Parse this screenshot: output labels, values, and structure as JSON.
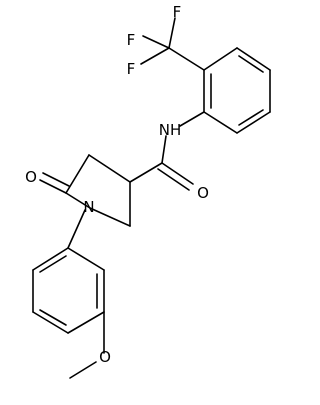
{
  "atoms": {
    "f1": "F",
    "f2": "F",
    "f3": "F",
    "nh": "NH",
    "o_amide": "O",
    "o_lactam": "O",
    "n_ring": "N",
    "o_ether": "O"
  }
}
